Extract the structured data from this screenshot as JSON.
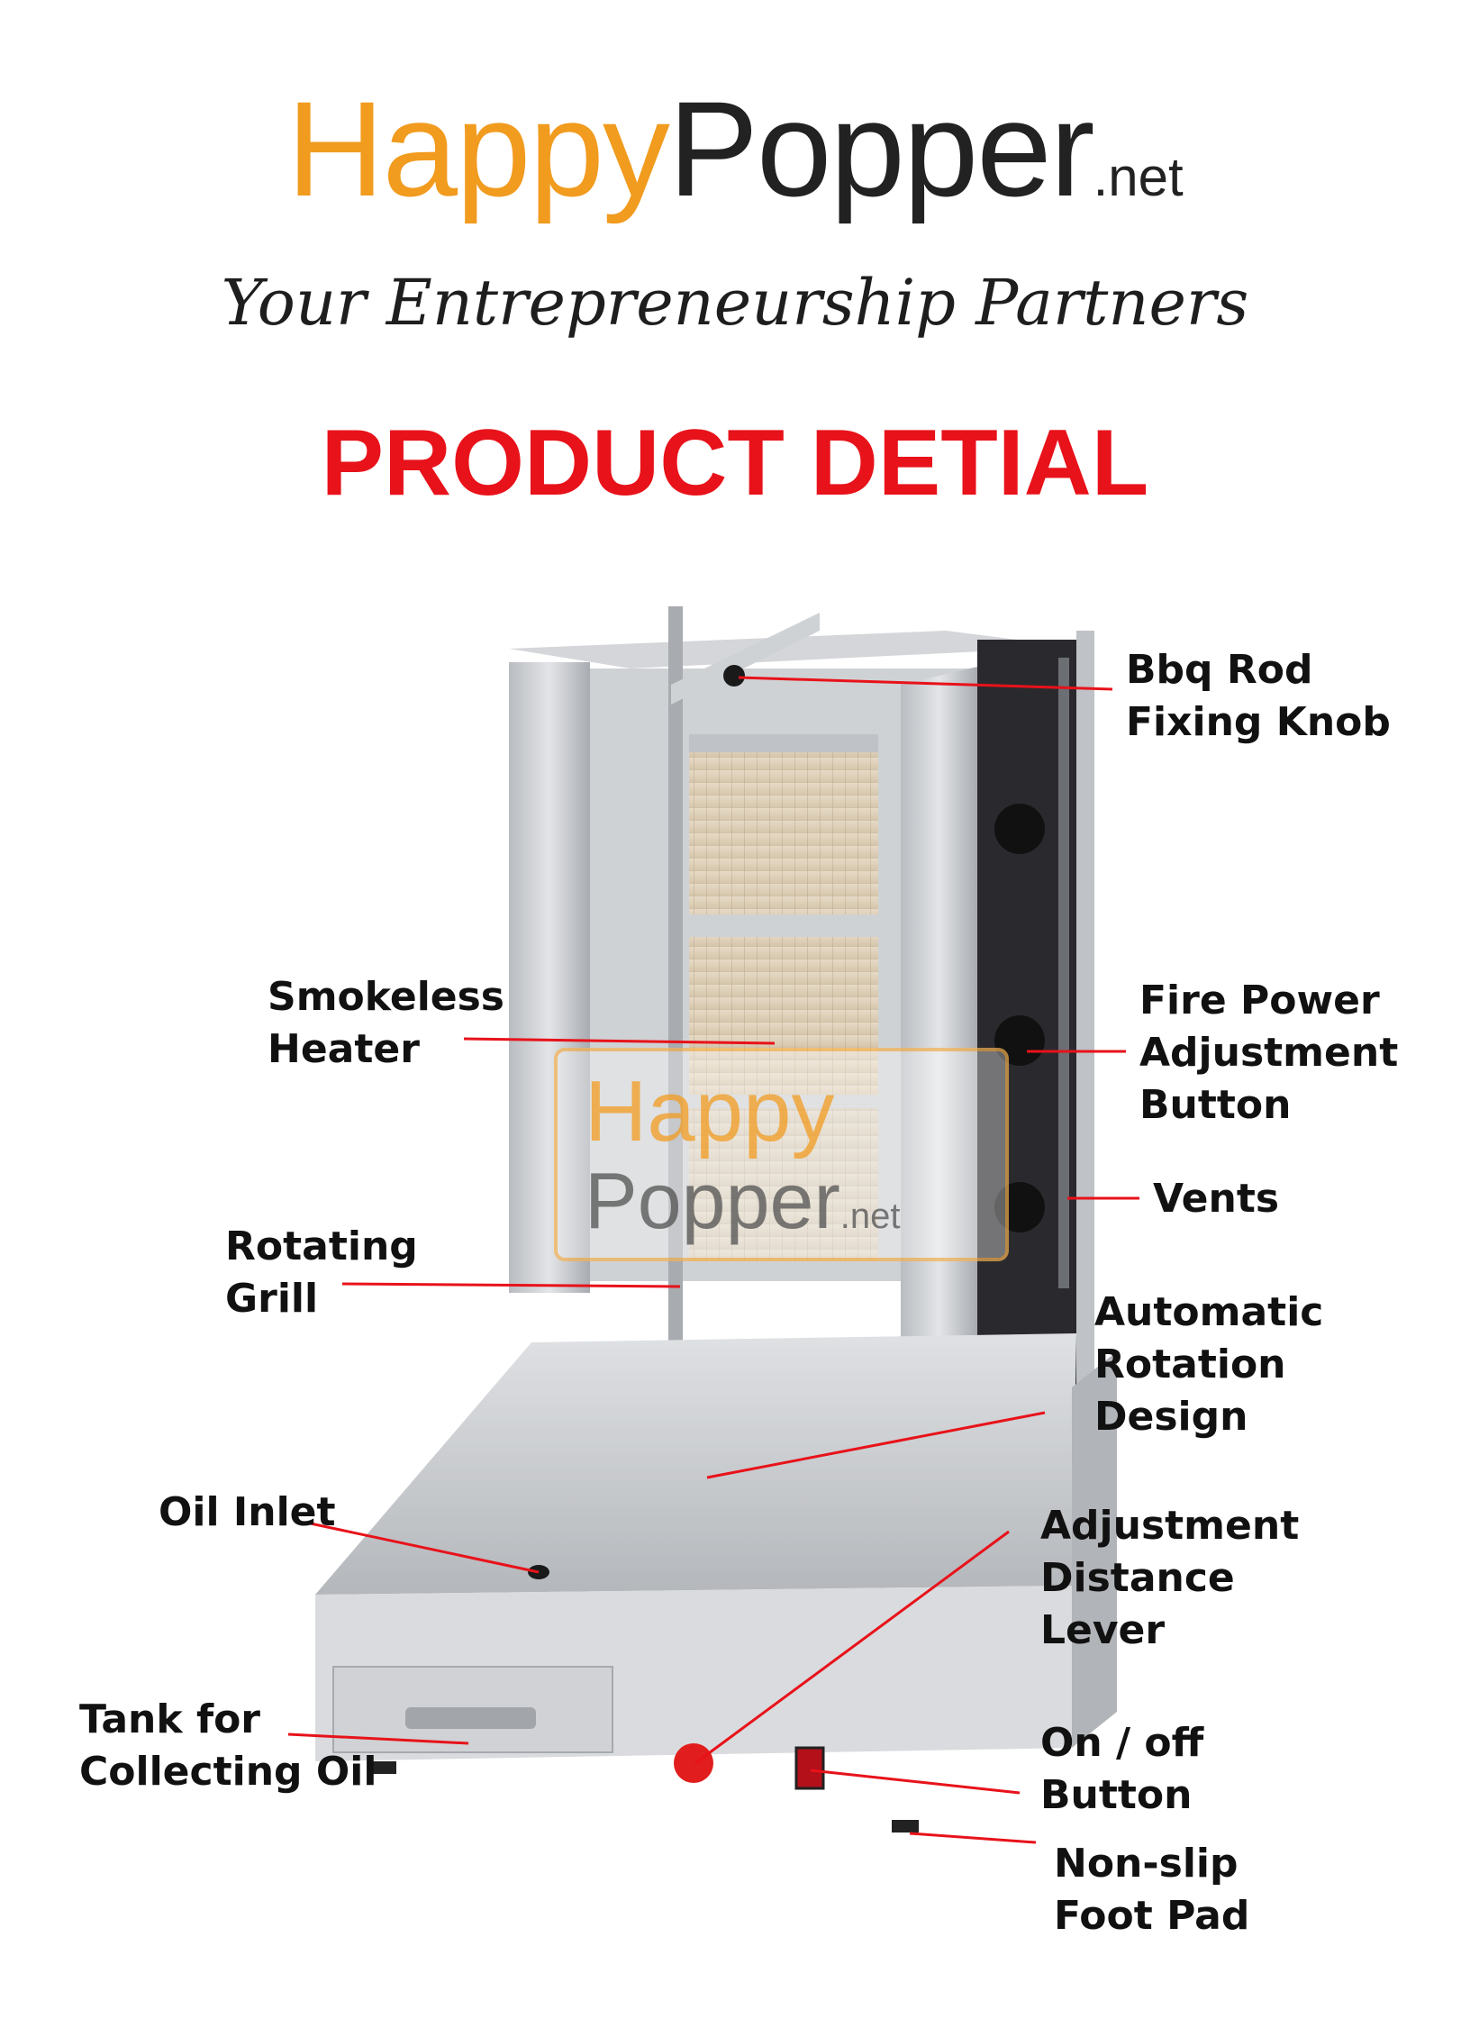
{
  "brand": {
    "happy": "Happy",
    "popper": "Popper",
    "net": ".net",
    "tagline": "Your Entrepreneurship Partners"
  },
  "page_title": "PRODUCT DETIAL",
  "watermark": {
    "happy": "Happy",
    "popper": "Popper",
    "net": ".net"
  },
  "labels": {
    "bbq_rod": [
      "Bbq Rod",
      "Fixing Knob"
    ],
    "smokeless_heater": [
      "Smokeless",
      "Heater"
    ],
    "fire_power": [
      "Fire Power",
      "Adjustment",
      "Button"
    ],
    "vents": [
      "Vents"
    ],
    "rotating_grill": [
      "Rotating",
      "Grill"
    ],
    "automatic_rotation": [
      "Automatic",
      "Rotation",
      "Design"
    ],
    "oil_inlet": [
      "Oil Inlet"
    ],
    "adjustment_lever": [
      "Adjustment",
      "Distance",
      "Lever"
    ],
    "tank": [
      "Tank for",
      "Collecting Oil"
    ],
    "on_off": [
      "On / off",
      "Button"
    ],
    "foot_pad": [
      "Non-slip",
      "Foot Pad"
    ]
  },
  "colors": {
    "brand_orange": "#f19b1f",
    "title_red": "#e8121a",
    "leader_red": "#e8121a",
    "steel": "#c9ccd0"
  }
}
